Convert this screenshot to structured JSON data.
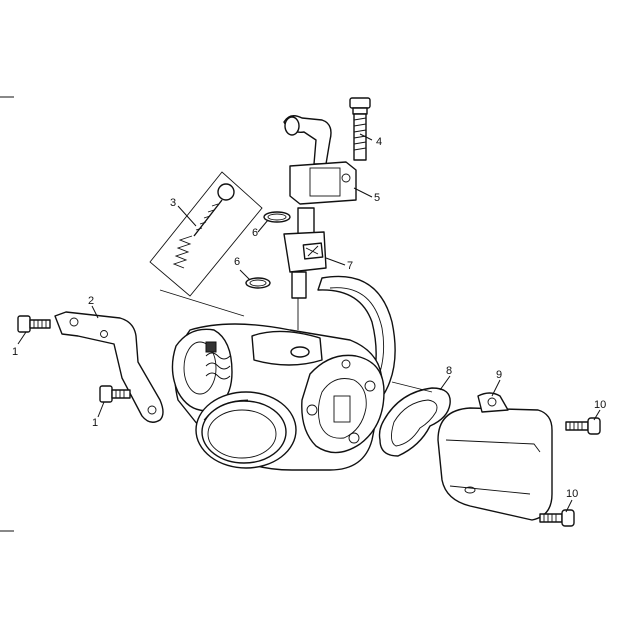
{
  "diagram": {
    "callouts": [
      {
        "id": "c1a",
        "label": "1"
      },
      {
        "id": "c1b",
        "label": "1"
      },
      {
        "id": "c2",
        "label": "2"
      },
      {
        "id": "c3",
        "label": "3"
      },
      {
        "id": "c4",
        "label": "4"
      },
      {
        "id": "c5",
        "label": "5"
      },
      {
        "id": "c6a",
        "label": "6"
      },
      {
        "id": "c6b",
        "label": "6"
      },
      {
        "id": "c7",
        "label": "7"
      },
      {
        "id": "c8",
        "label": "8"
      },
      {
        "id": "c9",
        "label": "9"
      },
      {
        "id": "c10a",
        "label": "10"
      },
      {
        "id": "c10b",
        "label": "10"
      }
    ]
  }
}
